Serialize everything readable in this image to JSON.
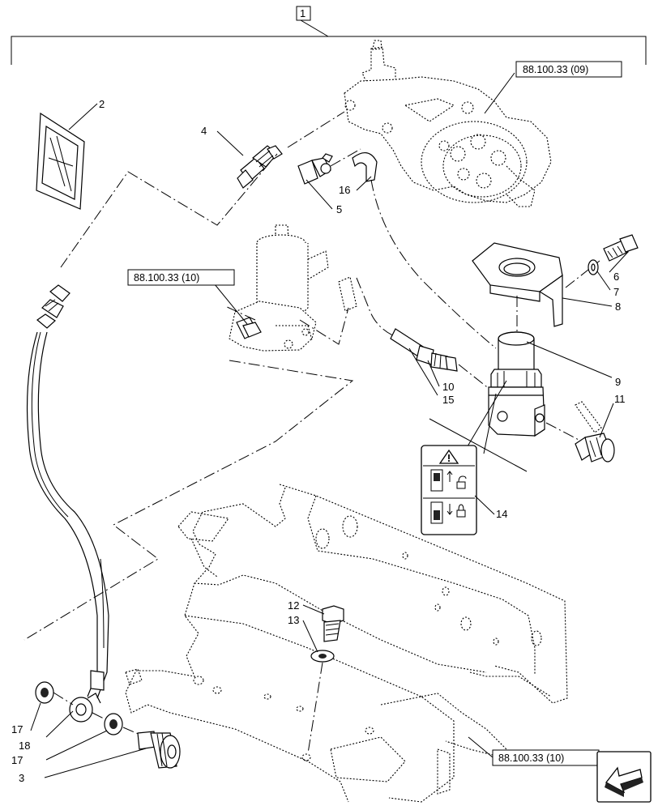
{
  "assembly_number": "1",
  "callouts": {
    "c1": "1",
    "c2": "2",
    "c3": "3",
    "c4": "4",
    "c5": "5",
    "c6": "6",
    "c7": "7",
    "c8": "8",
    "c9": "9",
    "c10": "10",
    "c11": "11",
    "c12": "12",
    "c13": "13",
    "c14": "14",
    "c15": "15",
    "c16": "16",
    "c17a": "17",
    "c17b": "17",
    "c18": "18"
  },
  "references": {
    "ref_pump": "88.100.33 (09)",
    "ref_valve": "88.100.33 (10)",
    "ref_frame": "88.100.33 (10)"
  },
  "colors": {
    "line": "#000000",
    "background": "#ffffff"
  },
  "icons": {
    "warning": "warning-triangle-icon",
    "nav": "previous-arrow-icon"
  }
}
